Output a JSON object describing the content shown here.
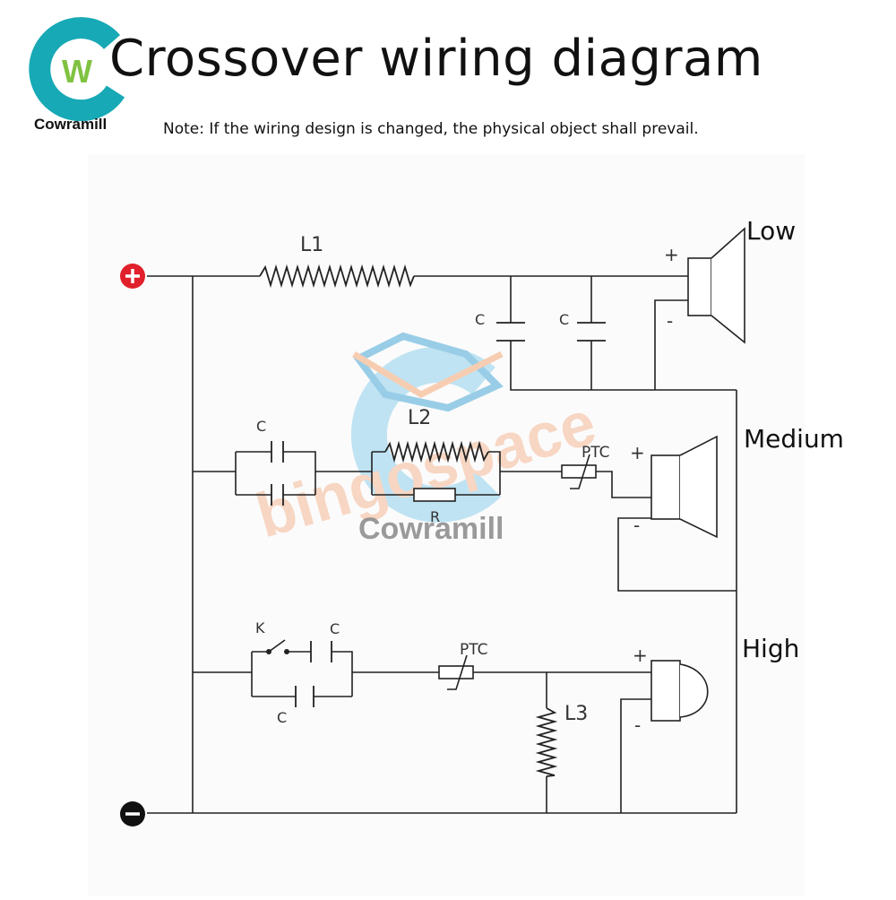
{
  "header": {
    "title": "Crossover wiring diagram",
    "note": "Note: If the wiring design is changed, the physical object shall prevail.",
    "brand": "Cowramill",
    "logo_letters": "W"
  },
  "watermark": {
    "word1": "bingospace",
    "word2": "Cowramill"
  },
  "labels": {
    "L1": "L1",
    "L2": "L2",
    "L3": "L3",
    "C": "C",
    "R": "R",
    "K": "K",
    "PTC": "PTC",
    "plus": "+",
    "minus": "-",
    "low": "Low",
    "medium": "Medium",
    "high": "High"
  },
  "colors": {
    "wire": "#222222",
    "positive_terminal": "#e0202a",
    "negative_terminal": "#111111",
    "logo_teal": "#17a9b5",
    "logo_green": "#7fc241",
    "watermark_blue": "#4aa8d8",
    "watermark_orange": "#f4a878"
  }
}
